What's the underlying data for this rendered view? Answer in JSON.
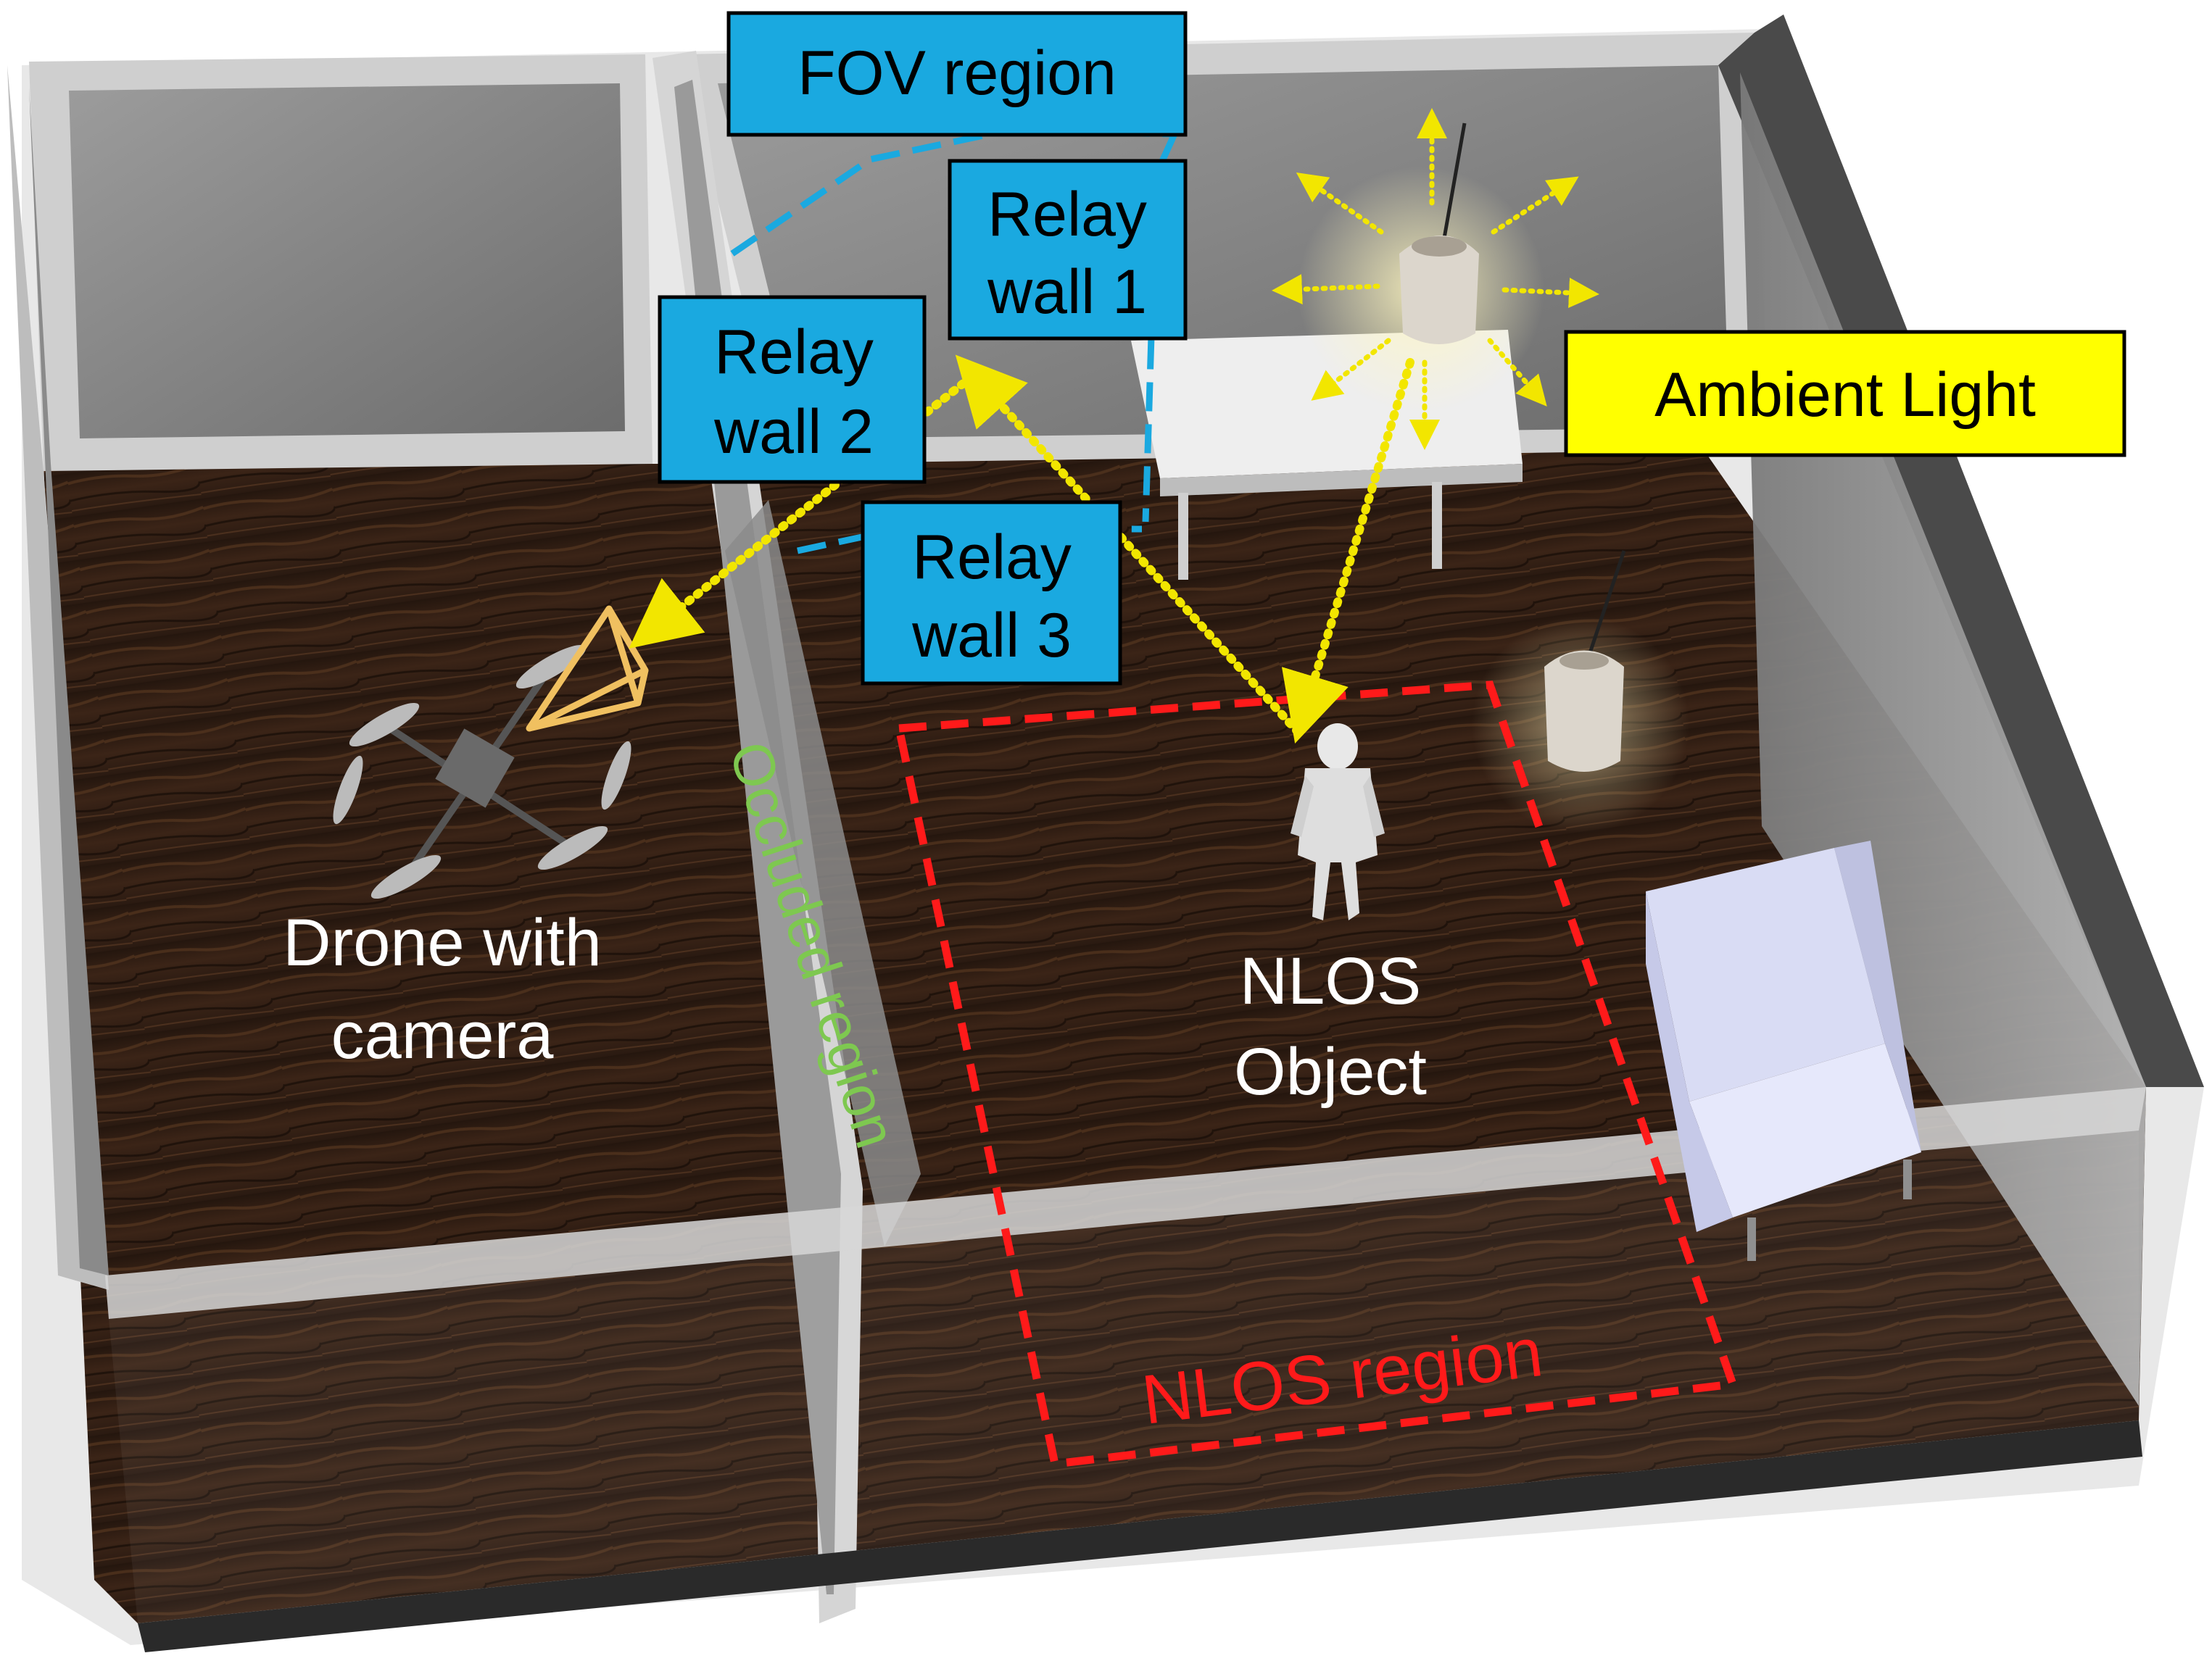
{
  "labels": {
    "fov_region": "FOV region",
    "relay_wall_1": [
      "Relay",
      "wall 1"
    ],
    "relay_wall_2": [
      "Relay",
      "wall 2"
    ],
    "relay_wall_3": [
      "Relay",
      "wall 3"
    ],
    "ambient_light": "Ambient Light",
    "drone": [
      "Drone with",
      "camera"
    ],
    "nlos_object": [
      "NLOS",
      "Object"
    ],
    "occluded_region": "Occluded region",
    "nlos_region": "NLOS region"
  },
  "colors": {
    "fov_box": "#1aa9e0",
    "ambient_box": "#ffff00",
    "nlos_region": "#ff1a1a",
    "occluded_text": "#7ec850",
    "light_path": "#f2e600",
    "camera_frustum": "#f0c060",
    "floor": "#3a2418",
    "wall": "#8e8e8e",
    "wall_frame": "#c9c9c9"
  }
}
